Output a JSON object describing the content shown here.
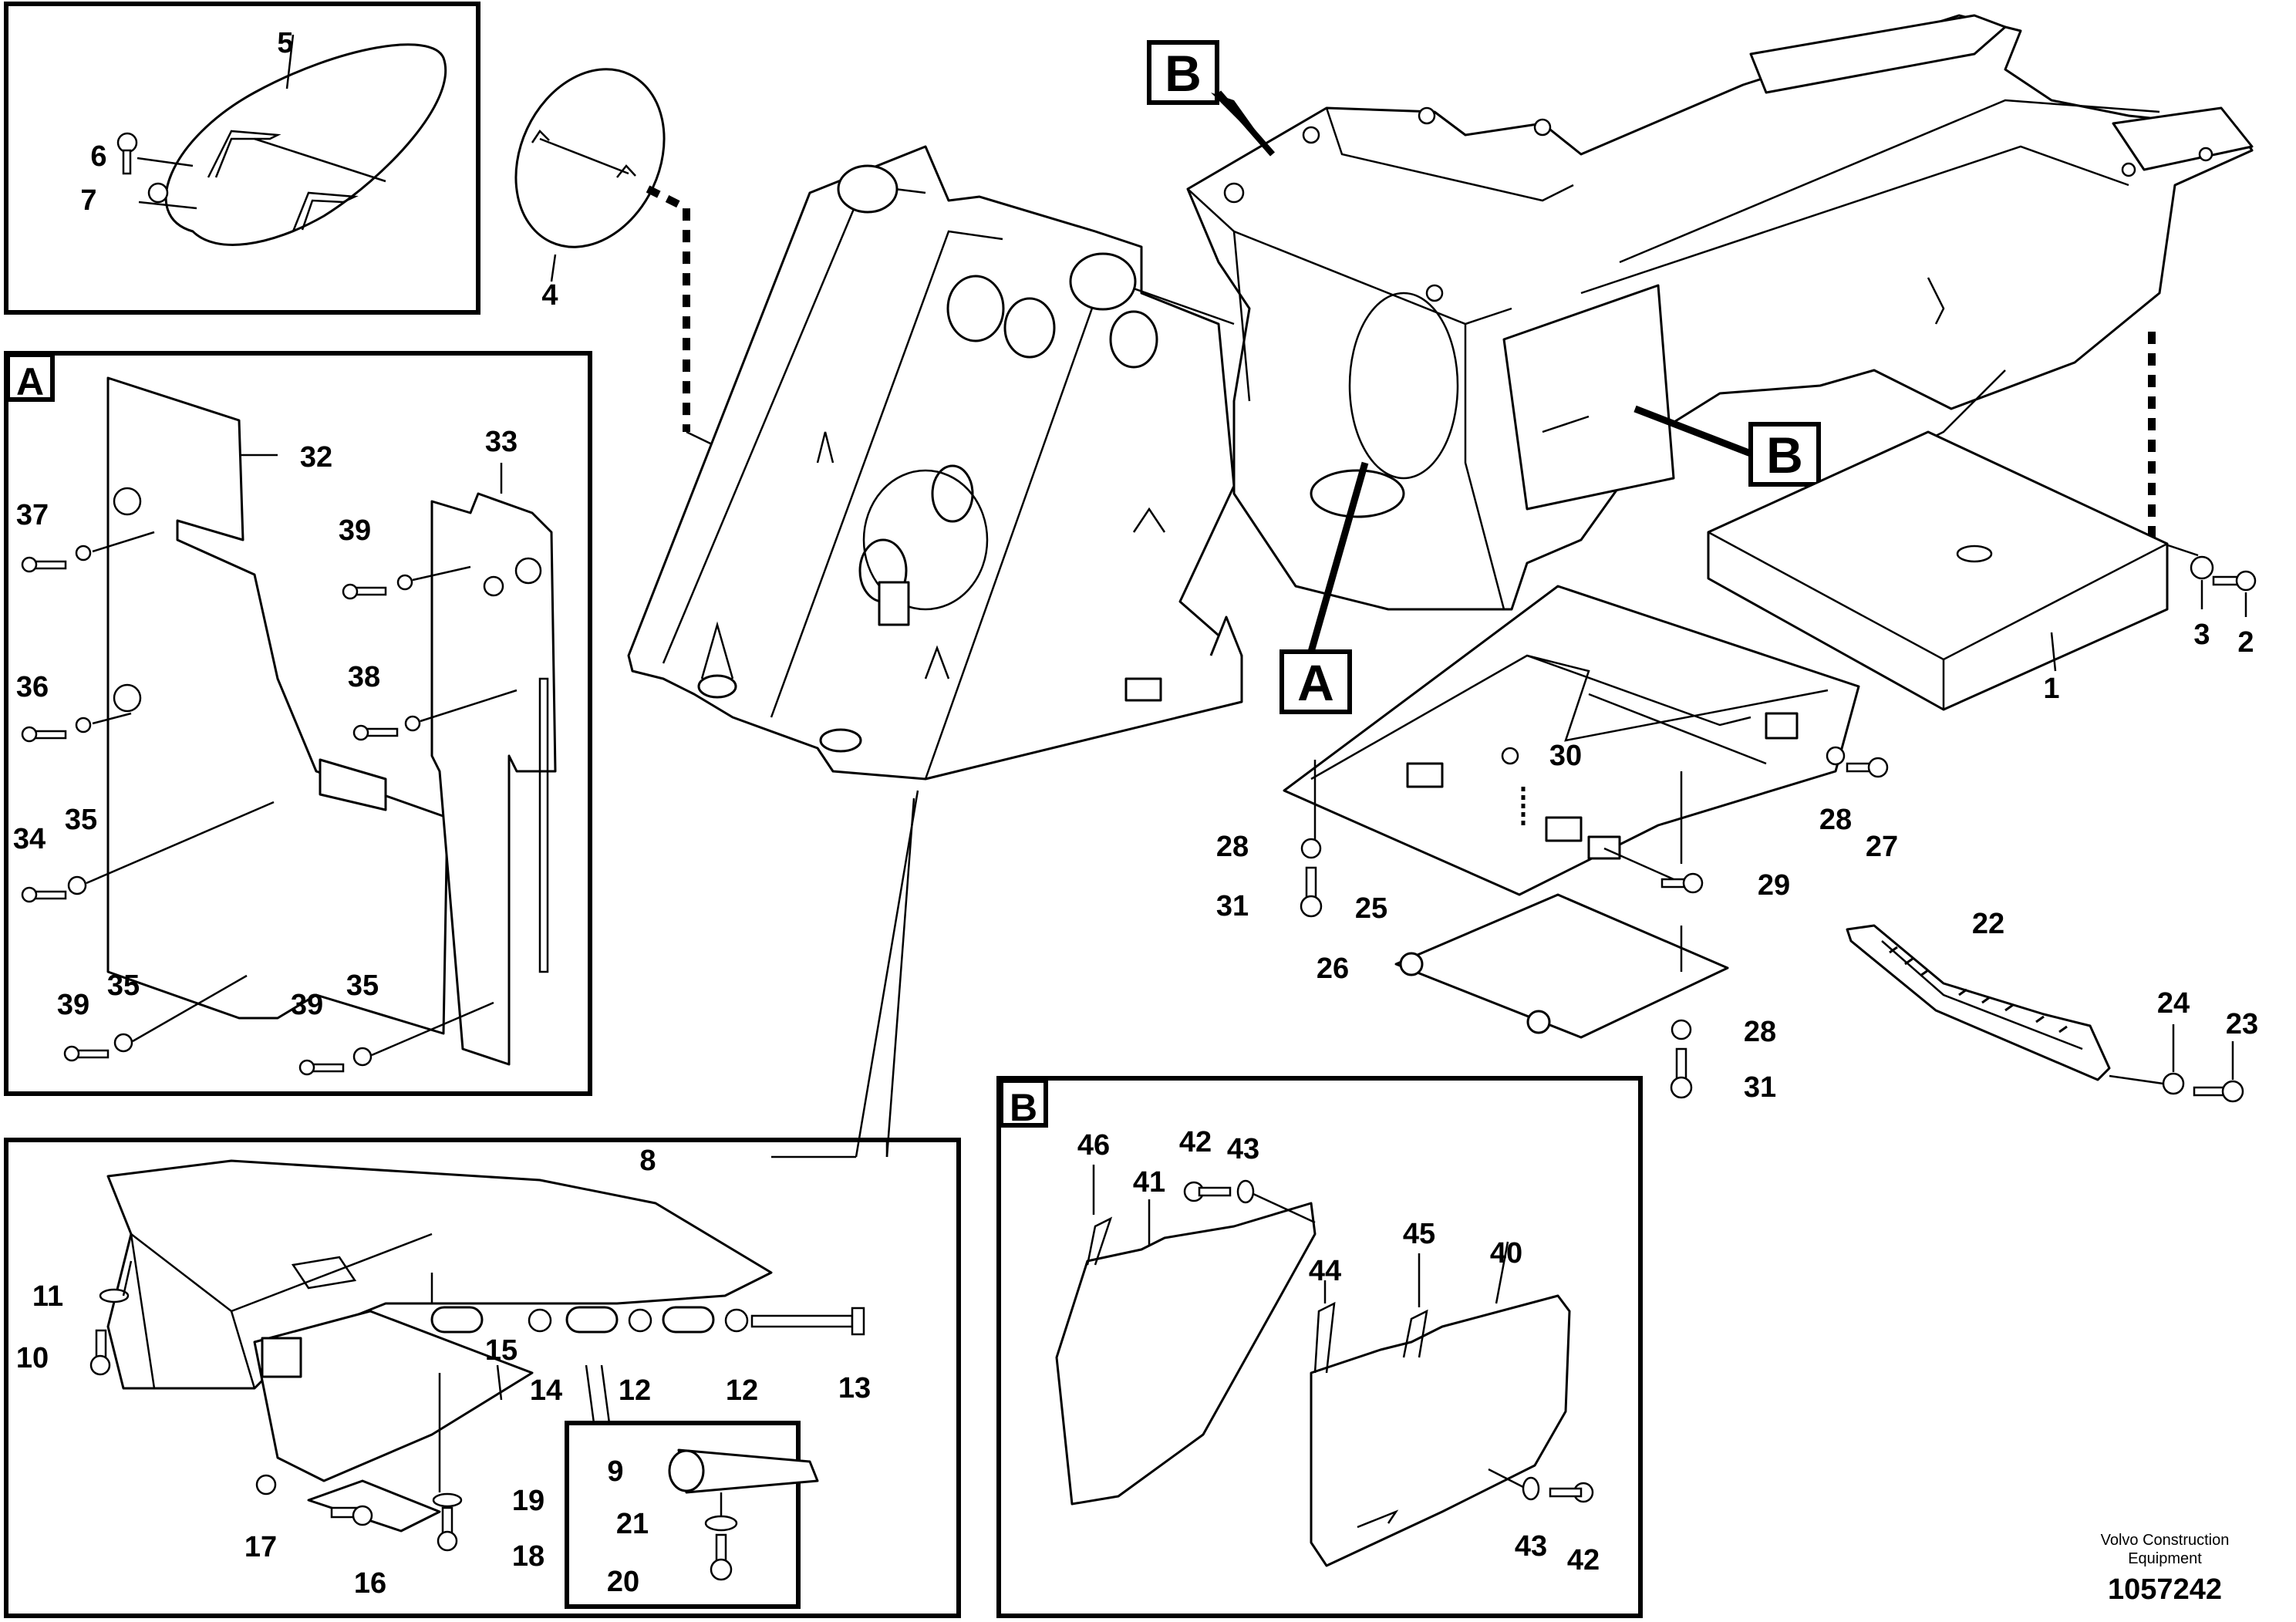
{
  "figure": {
    "brand_line1": "Volvo Construction",
    "brand_line2": "Equipment",
    "document_number": "1057242"
  },
  "callouts": {
    "view_a": "A",
    "view_b": "B"
  },
  "part_numbers": {
    "p1": "1",
    "p2": "2",
    "p3": "3",
    "p4": "4",
    "p5": "5",
    "p6": "6",
    "p7": "7",
    "p8": "8",
    "p9": "9",
    "p10": "10",
    "p11": "11",
    "p12": "12",
    "p13": "13",
    "p14": "14",
    "p15": "15",
    "p16": "16",
    "p17": "17",
    "p18": "18",
    "p19": "19",
    "p20": "20",
    "p21": "21",
    "p22": "22",
    "p23": "23",
    "p24": "24",
    "p25": "25",
    "p26": "26",
    "p27": "27",
    "p28": "28",
    "p29": "29",
    "p30": "30",
    "p31": "31",
    "p32": "32",
    "p33": "33",
    "p34": "34",
    "p35": "35",
    "p36": "36",
    "p37": "37",
    "p38": "38",
    "p39": "39",
    "p40": "40",
    "p41": "41",
    "p42": "42",
    "p43": "43",
    "p44": "44",
    "p45": "45",
    "p46": "46"
  }
}
